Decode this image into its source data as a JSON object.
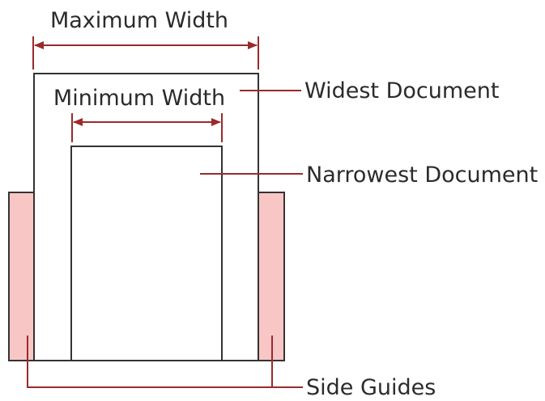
{
  "labels": {
    "maximum_width": "Maximum Width",
    "minimum_width": "Minimum Width",
    "widest_document": "Widest Document",
    "narrowest_document": "Narrowest Document",
    "side_guides": "Side Guides"
  },
  "colors": {
    "dimension_line": "#9b2a2a",
    "outline": "#333333",
    "side_guide_fill": "#f9c6c6",
    "text": "#2b2b2b"
  }
}
